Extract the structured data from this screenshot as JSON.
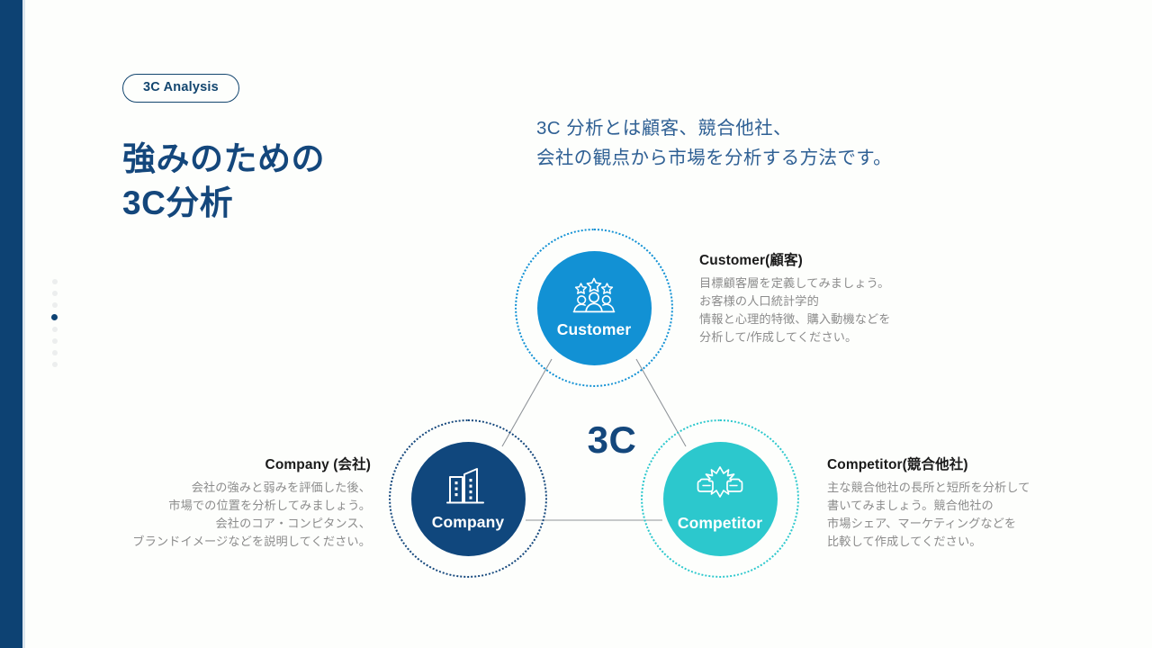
{
  "theme": {
    "background": "#fdfefc",
    "left_bar": "#0d4273",
    "navy": "#14477c",
    "blue": "#1291d4",
    "teal": "#2cc8cd",
    "muted_text": "#8c8c8c"
  },
  "header": {
    "badge_label": "3C Analysis",
    "title": "強みのための\n3C分析",
    "intro": "3C 分析とは顧客、競合他社、\n会社の観点から市場を分析する方法です。"
  },
  "slide_dots": {
    "total": 8,
    "active_index": 3
  },
  "diagram": {
    "center_label": "3C",
    "nodes": [
      {
        "key": "customer",
        "label": "Customer",
        "icon": "people-stars-icon",
        "color": "#1291d4"
      },
      {
        "key": "company",
        "label": "Company",
        "icon": "buildings-icon",
        "color": "#10477d"
      },
      {
        "key": "competitor",
        "label": "Competitor",
        "icon": "clashing-fists-icon",
        "color": "#2cc8cd"
      }
    ]
  },
  "descriptions": [
    {
      "key": "customer",
      "title": "Customer(顧客)",
      "body": "目標顧客層を定義してみましょう。\nお客様の人口統計学的\n情報と心理的特徴、購入動機などを\n分析して/作成してください。"
    },
    {
      "key": "company",
      "title": "Company (会社)",
      "body": "会社の強みと弱みを評価した後、\n市場での位置を分析してみましょう。\n会社のコア・コンピタンス、\nブランドイメージなどを説明してください。"
    },
    {
      "key": "competitor",
      "title": "Competitor(競合他社)",
      "body": "主な競合他社の長所と短所を分析して\n書いてみましょう。競合他社の\n市場シェア、マーケティングなどを\n比較して作成してください。"
    }
  ]
}
